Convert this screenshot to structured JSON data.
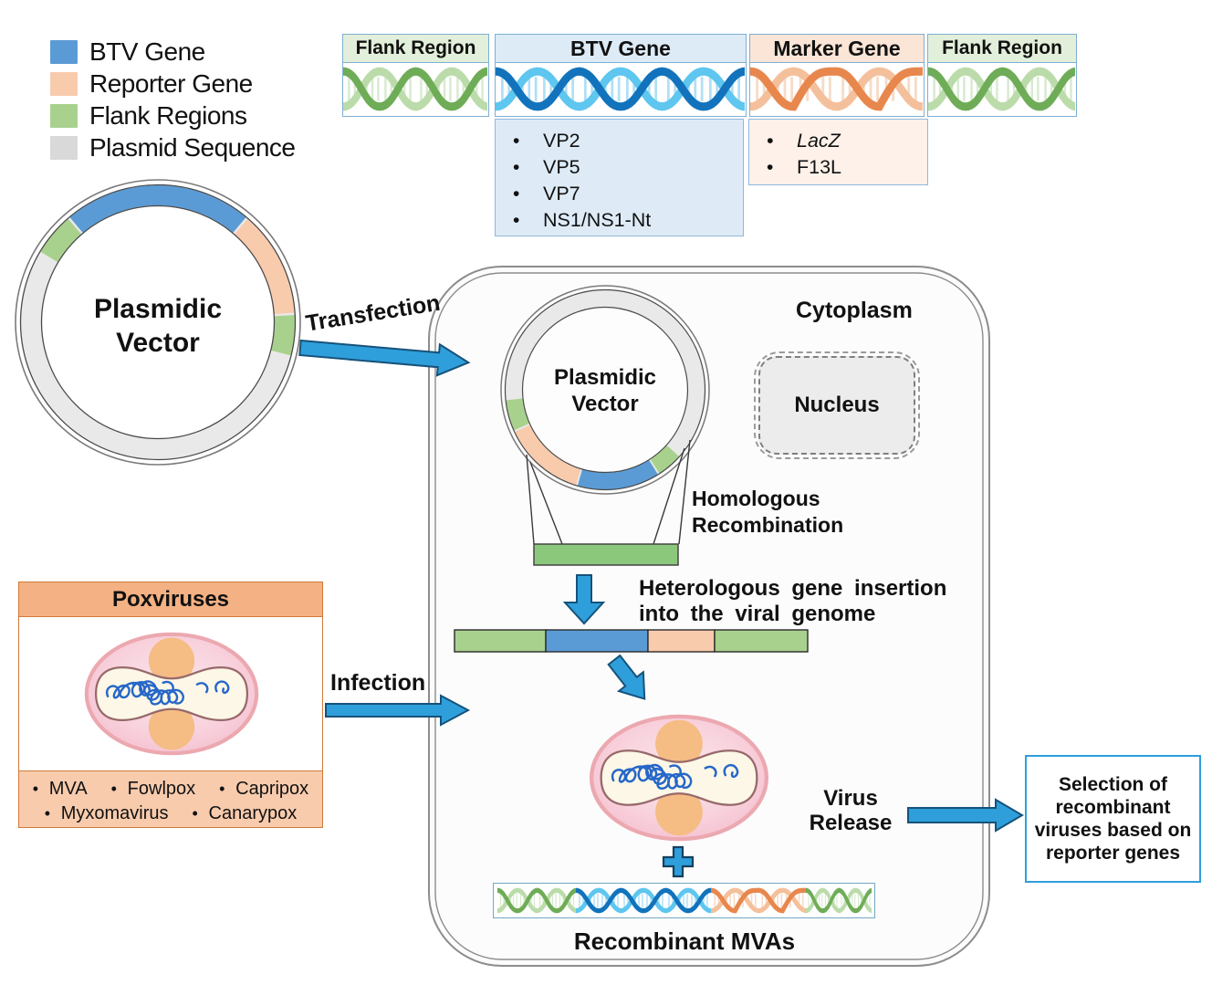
{
  "colors": {
    "btv": "#5B9BD5",
    "reporter": "#F8CBAD",
    "flank": "#A9D18E",
    "plasmid": "#D9D9D9",
    "arrow": "#2E9FDB"
  },
  "legend": {
    "items": [
      {
        "label": "BTV Gene",
        "color": "#5B9BD5"
      },
      {
        "label": "Reporter Gene",
        "color": "#F8CBAD"
      },
      {
        "label": "Flank Regions",
        "color": "#A9D18E"
      },
      {
        "label": "Plasmid Sequence",
        "color": "#D9D9D9"
      }
    ]
  },
  "construct": {
    "flank_label": "Flank Region",
    "btv_label": "BTV Gene",
    "marker_label": "Marker Gene",
    "btv_genes": [
      "VP2",
      "VP5",
      "VP7",
      "NS1/NS1-Nt"
    ],
    "marker_genes": [
      "LacZ",
      "F13L"
    ]
  },
  "plasmid": {
    "title": "Plasmidic Vector"
  },
  "cell": {
    "cytoplasm": "Cytoplasm",
    "nucleus": "Nucleus",
    "inner_plasmid_title": "Plasmidic Vector",
    "homologous": "Homologous Recombination",
    "heterologous": "Heterologous gene insertion into the viral genome",
    "recombinant": "Recombinant MVAs"
  },
  "arrows": {
    "transfection": "Transfection",
    "infection": "Infection",
    "virus_release": "Virus Release"
  },
  "poxviruses": {
    "title": "Poxviruses",
    "row1": [
      "MVA",
      "Fowlpox",
      "Capripox"
    ],
    "row2": [
      "Myxomavirus",
      "Canarypox"
    ]
  },
  "selection": {
    "text": "Selection of recombinant viruses based on reporter genes"
  }
}
